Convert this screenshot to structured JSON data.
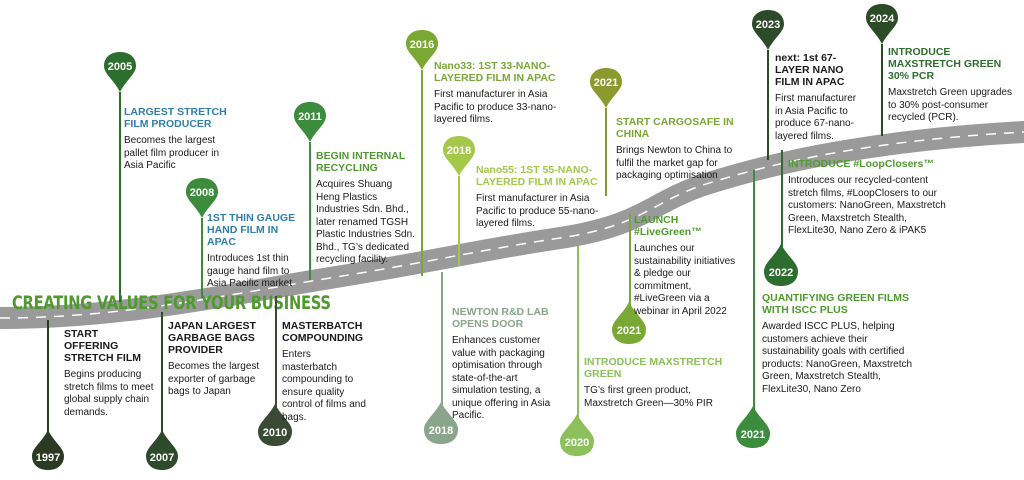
{
  "banner": "CREATING VALUES FOR YOUR BUSINESS",
  "colors": {
    "dark": "#2b3a23",
    "forest": "#2d6e2e",
    "mid": "#3d8c3e",
    "grass": "#79a834",
    "lime": "#a3c84a",
    "olive": "#8a9a2e",
    "sage": "#8aa58b",
    "blue": "#2f7eab",
    "road": "#9a9a9a"
  },
  "milestones": [
    {
      "id": "1997",
      "year": "1997",
      "color": "#2b3a23",
      "title_color": "#1a1a1a",
      "title": "START OFFERING STRETCH FILM",
      "body": "Begins producing stretch films to meet global supply chain demands."
    },
    {
      "id": "2005",
      "year": "2005",
      "color": "#2d6e2e",
      "title_color": "#2f7eab",
      "title": "LARGEST STRETCH FILM PRODUCER",
      "body": "Becomes the largest pallet film producer in Asia Pacific"
    },
    {
      "id": "2007",
      "year": "2007",
      "color": "#2d4a2a",
      "title_color": "#1a1a1a",
      "title": "JAPAN LARGEST GARBAGE BAGS PROVIDER",
      "body": "Becomes the largest exporter of garbage bags to Japan"
    },
    {
      "id": "2008",
      "year": "2008",
      "color": "#3d8c3e",
      "title_color": "#2f7eab",
      "title": "1ST THIN GAUGE HAND FILM IN APAC",
      "body": "Introduces 1st thin gauge hand film to Asia Pacific market"
    },
    {
      "id": "2010",
      "year": "2010",
      "color": "#3a4a35",
      "title_color": "#1a1a1a",
      "title": "MASTERBATCH COMPOUNDING",
      "body": "Enters masterbatch compounding to ensure quality control of films and bags."
    },
    {
      "id": "2011",
      "year": "2011",
      "color": "#3d8c3e",
      "title_color": "#4f9a2e",
      "title": "BEGIN INTERNAL RECYCLING",
      "body": "Acquires Shuang Heng Plastics Industries Sdn. Bhd., later renamed TGSH Plastic Industries Sdn. Bhd., TG’s dedicated recycling facility."
    },
    {
      "id": "2016",
      "year": "2016",
      "color": "#79a834",
      "title_color": "#79a834",
      "title": "Nano33: 1ST 33-NANO-LAYERED FILM IN APAC",
      "body": "First manufacturer in Asia Pacific to produce 33-nano-layered films."
    },
    {
      "id": "2018",
      "year": "2018",
      "color": "#a3c84a",
      "title_color": "#a3c84a",
      "title": "Nano55: 1ST 55-NANO-LAYERED FILM IN APAC",
      "body": "First manufacturer in Asia Pacific to produce 55-nano-layered films."
    },
    {
      "id": "2018b",
      "year": "2018",
      "color": "#8aa58b",
      "title_color": "#8aa58b",
      "title": "NEWTON R&D LAB OPENS DOOR",
      "body": "Enhances customer value with packaging optimisation through state-of-the-art simulation testing, a unique offering in Asia Pacific."
    },
    {
      "id": "2020",
      "year": "2020",
      "color": "#8cc05a",
      "title_color": "#8cc05a",
      "title": "INTRODUCE MAXSTRETCH GREEN",
      "body": "TG’s first green product, Maxstretch Green—30% PIR"
    },
    {
      "id": "2021a",
      "year": "2021",
      "color": "#8a9a2e",
      "title_color": "#79a834",
      "title": "START CARGOSAFE IN CHINA",
      "body": "Brings Newton to China to fulfil the market gap for packaging optimisation"
    },
    {
      "id": "2021b",
      "year": "2021",
      "color": "#79a834",
      "title_color": "#4f9a2e",
      "title": "LAUNCH #LiveGreen™",
      "body": "Launches our sustainability initiatives & pledge our commitment, #LiveGreen via a webinar in April 2022"
    },
    {
      "id": "2023",
      "year": "2023",
      "color": "#2d4a2a",
      "title_color": "#1a1a1a",
      "title": "next: 1st 67-LAYER NANO FILM IN APAC",
      "body": "First manufacturer in Asia Pacific to produce 67-nano-layered films."
    },
    {
      "id": "2024",
      "year": "2024",
      "color": "#2b4a26",
      "title_color": "#2d6e2e",
      "title": "INTRODUCE MAXSTRETCH GREEN 30% PCR",
      "body": "Maxstretch Green upgrades to 30% post-consumer recycled (PCR)."
    },
    {
      "id": "2022",
      "year": "2022",
      "color": "#2d6e2e",
      "title_color": "#4f9a2e",
      "title": "INTRODUCE #LoopClosers™",
      "body": "Introduces our recycled-content stretch films, #LoopClosers to our customers: NanoGreen, Maxstretch Green, Maxstretch Stealth, FlexLite30, Nano Zero & iPAK5"
    },
    {
      "id": "2021c",
      "year": "2021",
      "color": "#3d8c3e",
      "title_color": "#4f9a2e",
      "title": "QUANTIFYING GREEN FILMS WITH ISCC PLUS",
      "body": "Awarded ISCC PLUS, helping customers achieve their sustainability goals with certified products: NanoGreen, Maxstretch Green, Maxstretch Stealth, FlexLite30, Nano Zero"
    }
  ]
}
